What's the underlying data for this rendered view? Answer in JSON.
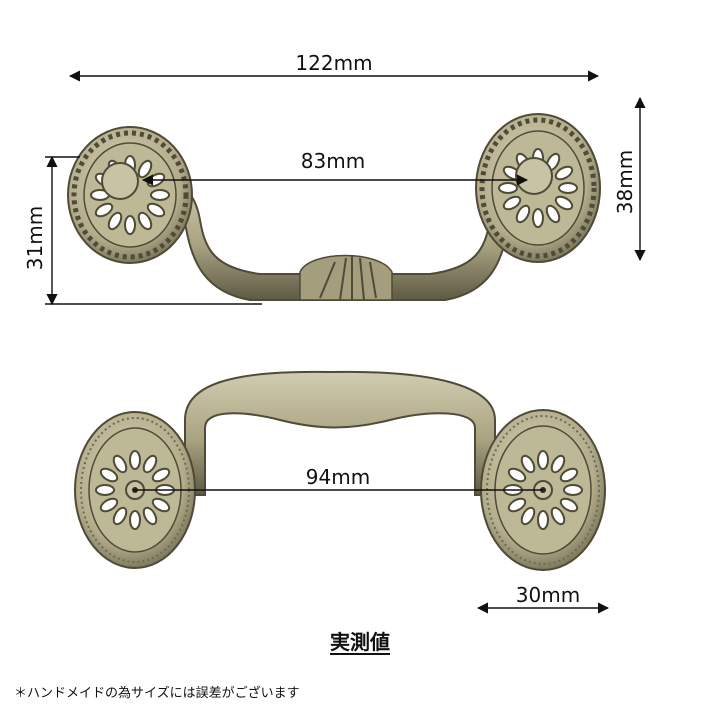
{
  "dimensions": {
    "total_width": "122mm",
    "hole_pitch_top": "83mm",
    "drop_height": "31mm",
    "rosette_height": "38mm",
    "hole_pitch_bottom": "94mm",
    "rosette_width": "30mm"
  },
  "caption": "実測値",
  "note": "＊ハンドメイドの為サイズには誤差がございます",
  "colors": {
    "brass_light": "#c9c4a4",
    "brass_mid": "#9c9674",
    "brass_dark": "#4f4b38",
    "line": "#111111"
  }
}
